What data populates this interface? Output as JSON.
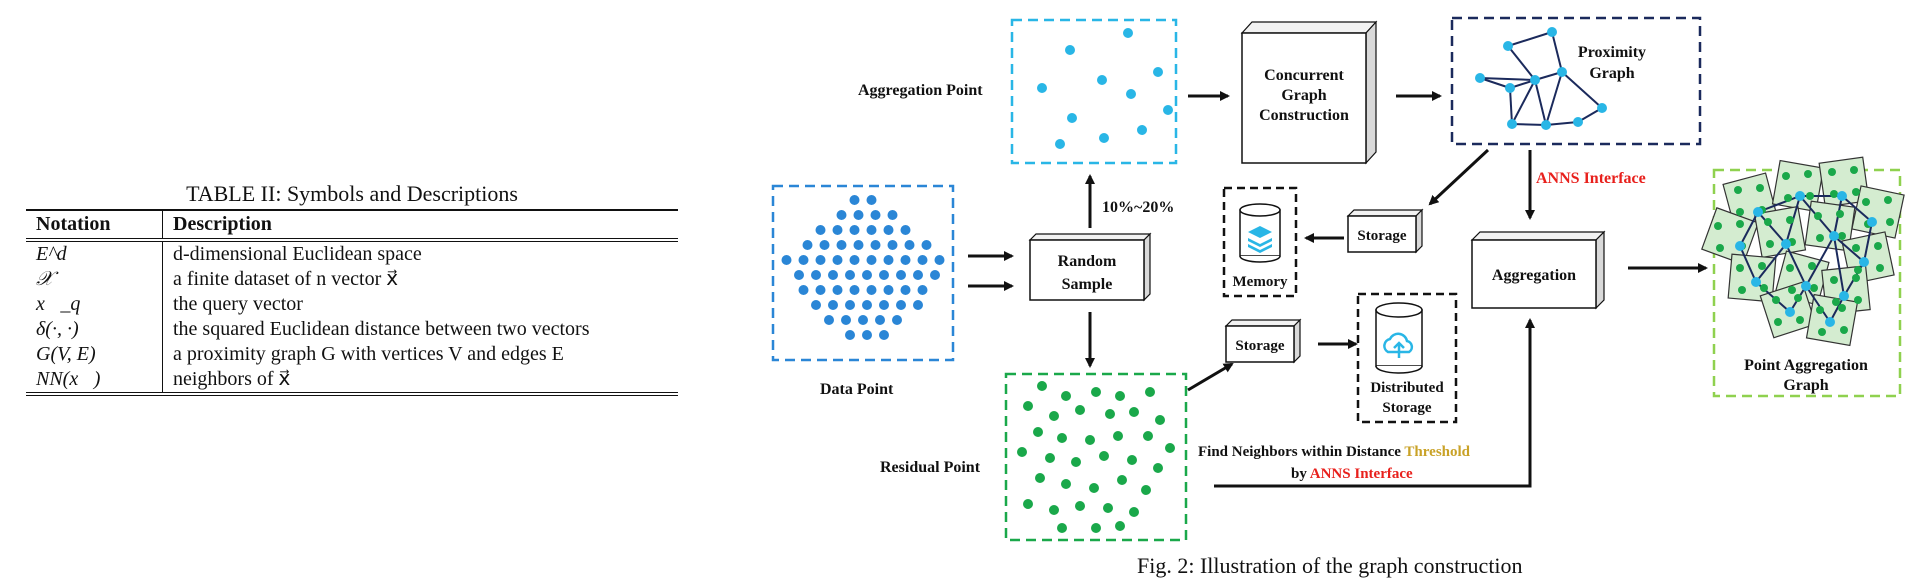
{
  "table": {
    "title": "TABLE II: Symbols and Descriptions",
    "headers": {
      "notation": "Notation",
      "description": "Description"
    },
    "rows": [
      {
        "notation": "E^d",
        "description": "d-dimensional Euclidean space"
      },
      {
        "notation": "𝒳",
        "description": "a finite dataset of n vector x⃗"
      },
      {
        "notation": "x⃗_q",
        "description": "the query vector"
      },
      {
        "notation": "δ(·, ·)",
        "description": "the squared Euclidean distance between two vectors"
      },
      {
        "notation": "G(V, E)",
        "description": "a proximity graph G with vertices V and edges E"
      },
      {
        "notation": "NN(x⃗)",
        "description": "neighbors of x⃗"
      }
    ]
  },
  "figure": {
    "caption": "Fig. 2: Illustration of the graph construction",
    "labels": {
      "aggregation_point": "Aggregation Point",
      "concurrent_line1": "Concurrent",
      "concurrent_line2": "Graph",
      "concurrent_line3": "Construction",
      "proximity_line1": "Proximity",
      "proximity_line2": "Graph",
      "anns_interface": "ANNS Interface",
      "ratio": "10%~20%",
      "random_line1": "Random",
      "random_line2": "Sample",
      "data_point": "Data Point",
      "memory": "Memory",
      "storage_top": "Storage",
      "storage_bottom": "Storage",
      "distributed_line1": "Distributed",
      "distributed_line2": "Storage",
      "aggregation": "Aggregation",
      "point_agg_line1": "Point Aggregation",
      "point_agg_line2": "Graph",
      "residual_point": "Residual Point",
      "find_neighbors_prefix": "Find Neighbors within Distance ",
      "threshold_word": "Threshold",
      "by_word": "by ",
      "anns_interface_bottom": "ANNS Interface"
    },
    "colors": {
      "light_blue": "#29b6e6",
      "dark_navy": "#1b2a5c",
      "mid_blue": "#2a86d6",
      "green": "#1aa84a",
      "light_green": "#8fd14f",
      "red": "#e8201c",
      "gold": "#c9a227"
    }
  }
}
